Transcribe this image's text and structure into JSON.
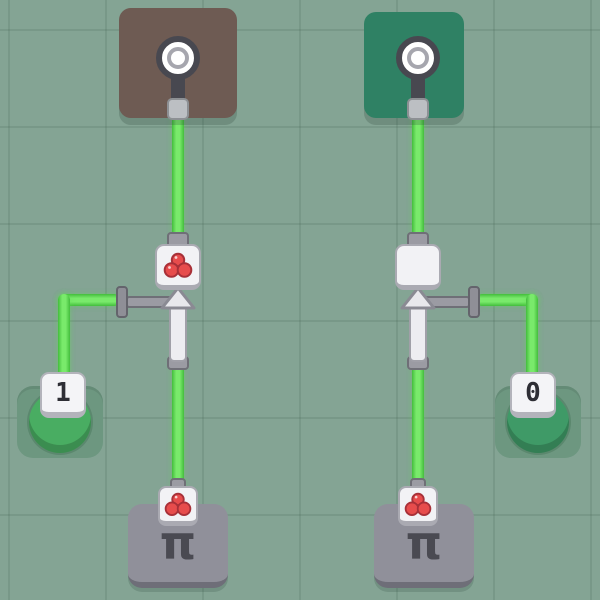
{
  "colors": {
    "background": "#84a494",
    "wire_green": "#55d54b",
    "output_tile_left": "#6e5b53",
    "output_tile_right": "#2f8164",
    "component_white": "#f2f2f5",
    "metal_gray": "#9b9ba3",
    "cherry_red": "#e74c4c",
    "pi_block_gray": "#90909a",
    "button_green_left": "#49ad62",
    "button_green_right": "#3f9a67"
  },
  "icons": {
    "lamp": "lamp-icon",
    "cherry": "cherry-icon",
    "valve": "valve-up-icon"
  },
  "left_circuit": {
    "input_button_label": "1",
    "source_symbol": "π",
    "filter_has_cherry": true
  },
  "right_circuit": {
    "input_button_label": "0",
    "source_symbol": "π",
    "filter_has_cherry": false
  }
}
